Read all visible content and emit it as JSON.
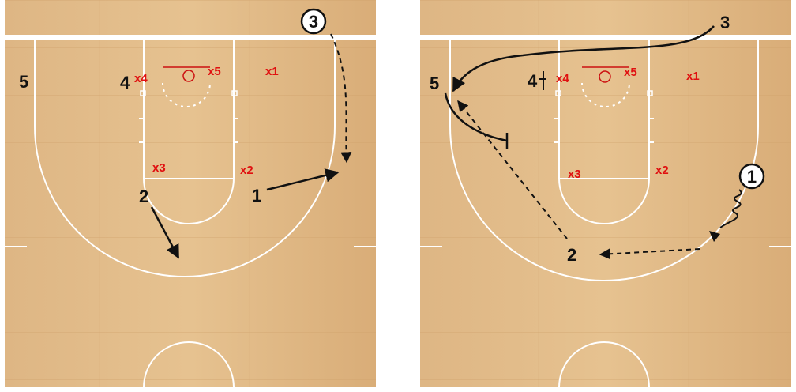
{
  "colors": {
    "wood_light": "#e3bd8a",
    "wood_dark": "#d1a26a",
    "court_line": "#ffffff",
    "offense": "#111111",
    "defense": "#e01010",
    "rim": "#cc1111"
  },
  "panels": [
    {
      "id": "left",
      "offense": [
        {
          "label": "5",
          "circled": false
        },
        {
          "label": "4",
          "circled": false
        },
        {
          "label": "3",
          "circled": true
        },
        {
          "label": "2",
          "circled": false
        },
        {
          "label": "1",
          "circled": false
        }
      ],
      "defense": [
        "x4",
        "x5",
        "x1",
        "x3",
        "x2"
      ],
      "actions": [
        {
          "type": "cut",
          "from": "3"
        },
        {
          "type": "cut",
          "from": "2"
        },
        {
          "type": "cut",
          "from": "1"
        }
      ]
    },
    {
      "id": "right",
      "offense": [
        {
          "label": "3",
          "circled": false
        },
        {
          "label": "5",
          "circled": false
        },
        {
          "label": "4",
          "circled": false
        },
        {
          "label": "1",
          "circled": true
        },
        {
          "label": "2",
          "circled": false
        }
      ],
      "defense": [
        "x4",
        "x5",
        "x1",
        "x3",
        "x2"
      ],
      "actions": [
        {
          "type": "cut",
          "from": "3"
        },
        {
          "type": "screen",
          "from": "5"
        },
        {
          "type": "screen",
          "from": "4"
        },
        {
          "type": "dribble",
          "from": "1"
        },
        {
          "type": "pass",
          "from": "1",
          "to": "2"
        },
        {
          "type": "pass",
          "from": "2",
          "to": "5"
        }
      ]
    }
  ]
}
